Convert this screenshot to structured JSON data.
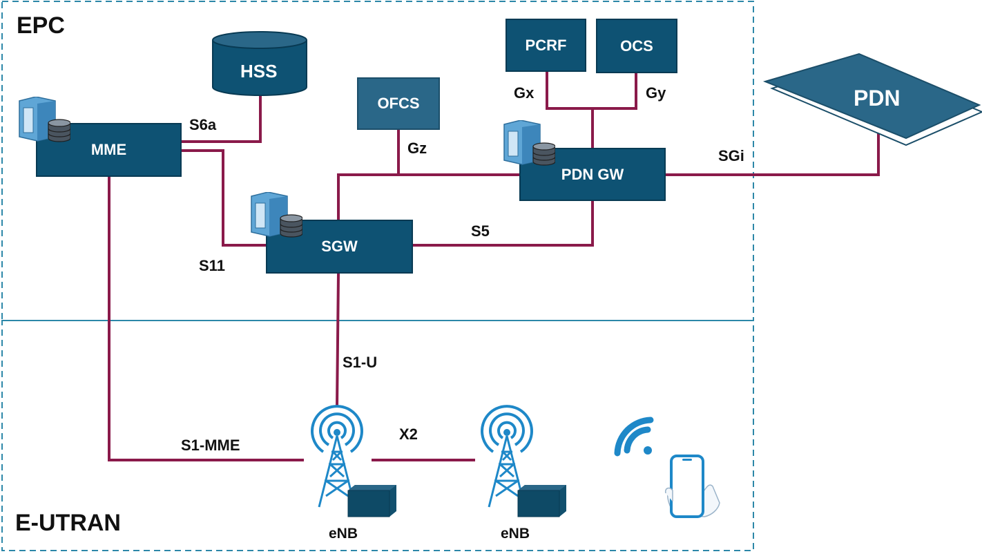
{
  "regions": {
    "epc_label": "EPC",
    "eutran_label": "E-UTRAN"
  },
  "nodes": {
    "hss": "HSS",
    "mme": "MME",
    "ofcs": "OFCS",
    "pcrf": "PCRF",
    "ocs": "OCS",
    "pdn_gw": "PDN GW",
    "sgw": "SGW",
    "pdn": "PDN",
    "enb_1": "eNB",
    "enb_2": "eNB"
  },
  "interfaces": {
    "s6a": "S6a",
    "s11": "S11",
    "gz": "Gz",
    "gx": "Gx",
    "gy": "Gy",
    "sgi": "SGi",
    "s5": "S5",
    "s1_u": "S1-U",
    "s1_mme": "S1-MME",
    "x2": "X2"
  },
  "colors": {
    "node_dark": "#0e5273",
    "node_light": "#2a6788",
    "link": "#8a1a4a",
    "region_border": "#2c87a8",
    "icon_blue": "#1e88c8"
  },
  "icons": [
    "server-database-icon",
    "cell-tower-icon",
    "wifi-signal-icon",
    "smartphone-in-hand-icon"
  ]
}
